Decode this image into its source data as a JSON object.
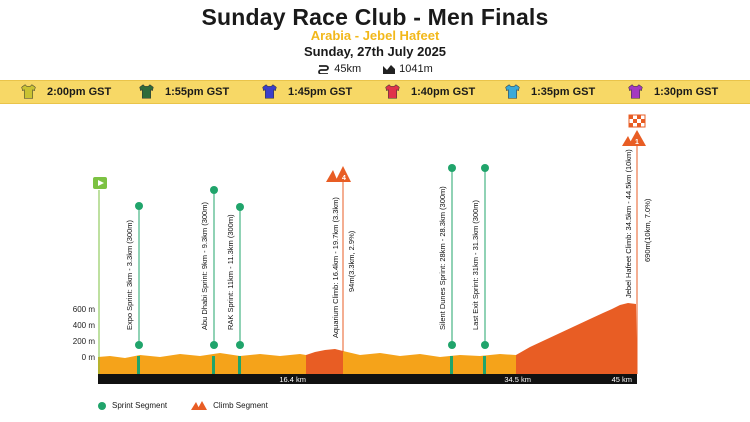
{
  "header": {
    "title": "Sunday Race Club - Men Finals",
    "subtitle": "Arabia - Jebel Hafeet",
    "date": "Sunday, 27th July 2025",
    "distance": "45km",
    "elevation": "1041m",
    "distance_icon": "route-icon",
    "elevation_icon": "mountain-icon"
  },
  "waves": [
    {
      "time": "2:00pm GST",
      "color": "#c9c233"
    },
    {
      "time": "1:55pm GST",
      "color": "#2f6b3a"
    },
    {
      "time": "1:45pm GST",
      "color": "#3b3fc8"
    },
    {
      "time": "1:40pm GST",
      "color": "#e0334a"
    },
    {
      "time": "1:35pm GST",
      "color": "#3aa9d8"
    },
    {
      "time": "1:30pm GST",
      "color": "#a43ac0"
    }
  ],
  "profile": {
    "y_axis": [
      "600 m",
      "400 m",
      "200 m",
      "0 m"
    ],
    "distance_marks": [
      "16.4 km",
      "34.5 km",
      "45 km"
    ],
    "sprints": [
      {
        "label": "Expo Sprint: 3km - 3.3km (300m)"
      },
      {
        "label": "Abu Dhabi Sprint: 9km - 9.3km (300m)"
      },
      {
        "label": "RAK Sprint: 11km - 11.3km (300m)"
      },
      {
        "label": "Silent Dunes Sprint: 28km - 28.3km (300m)"
      },
      {
        "label": "Last Exit Sprint: 31km - 31.3km (300m)"
      }
    ],
    "climbs": [
      {
        "category": "4",
        "label": "Aquarium Climb: 16.4km - 19.7km (3.3km)",
        "stats": "94m(3.3km, 2.9%)"
      },
      {
        "category": "1",
        "label": "Jebel Hafeet Climb: 34.5km - 44.5km (10km)",
        "stats": "690m(10km, 7.0%)"
      }
    ],
    "colors": {
      "road": "#f5a31a",
      "climb": "#e85d24",
      "sprint": "#20a46b",
      "start": "#7cc242"
    }
  },
  "legend": {
    "sprint": "Sprint Segment",
    "climb": "Climb Segment"
  }
}
